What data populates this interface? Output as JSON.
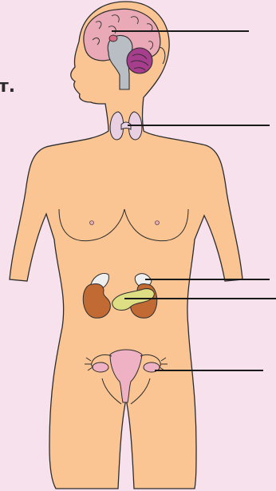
{
  "stray_text": "т.",
  "colors": {
    "background": "#f7e1ec",
    "skin": "#fbc593",
    "outline": "#2d2d2d",
    "brain": "#eaa9b7",
    "cerebellum": "#a73d8d",
    "brainstem": "#b8bec4",
    "thyroid": "#e8cfe2",
    "adrenal": "#eeeeee",
    "kidney": "#c16a34",
    "pancreas": "#dede84",
    "uterus": "#efb2c4",
    "leader": "#1a1a1a"
  },
  "organs": [
    "brain",
    "pituitary",
    "cerebellum",
    "thyroid",
    "adrenal-gland",
    "kidney",
    "pancreas",
    "uterus",
    "ovary"
  ],
  "leader_lines": [
    "brain-leader",
    "thyroid-leader",
    "adrenal-leader",
    "pancreas-leader",
    "ovary-leader"
  ]
}
